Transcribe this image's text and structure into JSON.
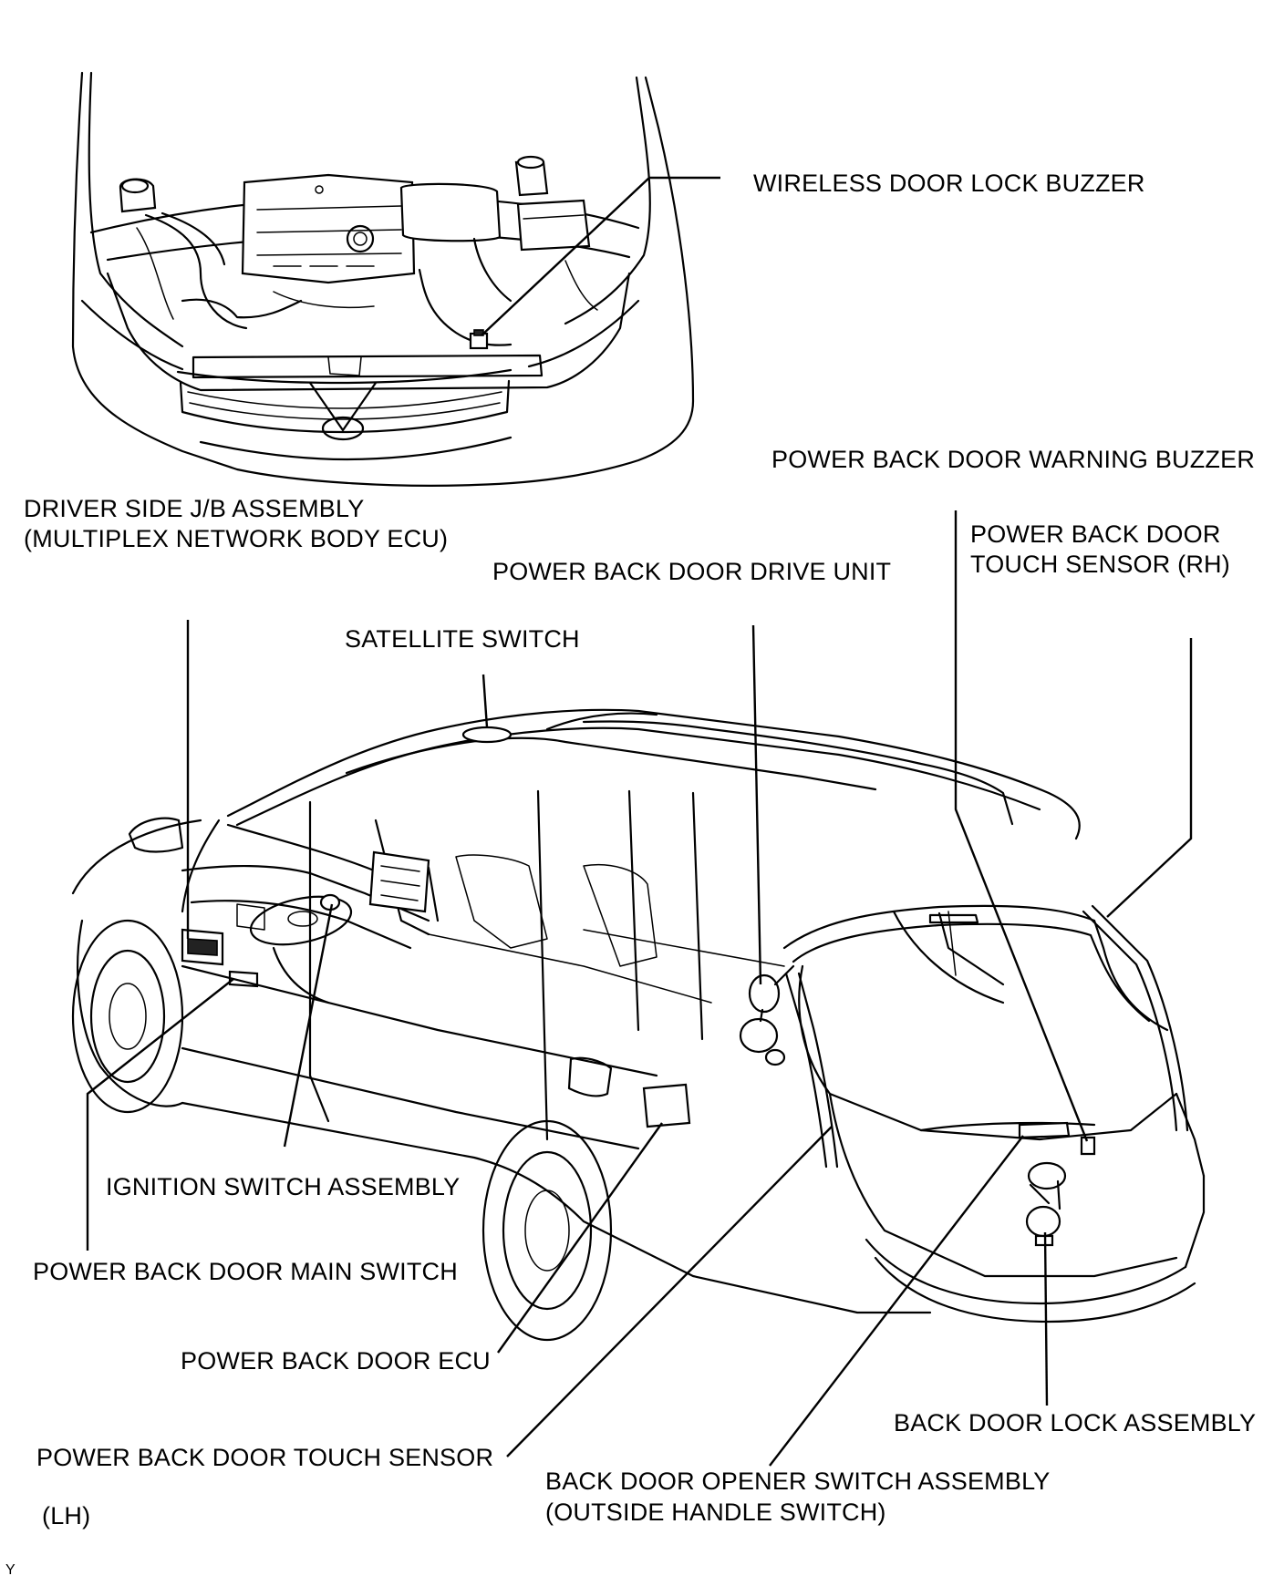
{
  "labels": {
    "wireless_door_lock_buzzer": "WIRELESS DOOR LOCK BUZZER",
    "power_back_door_warning_buzzer": "POWER BACK DOOR WARNING BUZZER",
    "driver_side_jb_line1": "DRIVER SIDE J/B ASSEMBLY",
    "driver_side_jb_line2": "(MULTIPLEX NETWORK BODY ECU)",
    "power_back_door_touch_sensor_rh_line1": "POWER BACK DOOR",
    "power_back_door_touch_sensor_rh_line2": "TOUCH SENSOR (RH)",
    "power_back_door_drive_unit": "POWER BACK DOOR DRIVE UNIT",
    "satellite_switch": "SATELLITE SWITCH",
    "ignition_switch_assembly": "IGNITION SWITCH ASSEMBLY",
    "power_back_door_main_switch": "POWER BACK DOOR MAIN SWITCH",
    "power_back_door_ecu": "POWER BACK DOOR ECU",
    "back_door_lock_assembly": "BACK DOOR LOCK ASSEMBLY",
    "power_back_door_touch_sensor_lh_line1": "POWER BACK DOOR TOUCH SENSOR",
    "power_back_door_touch_sensor_lh_line2": "(LH)",
    "back_door_opener_line1": "BACK DOOR OPENER SWITCH ASSEMBLY",
    "back_door_opener_line2": "(OUTSIDE HANDLE SWITCH)",
    "corner_mark": "Y"
  }
}
